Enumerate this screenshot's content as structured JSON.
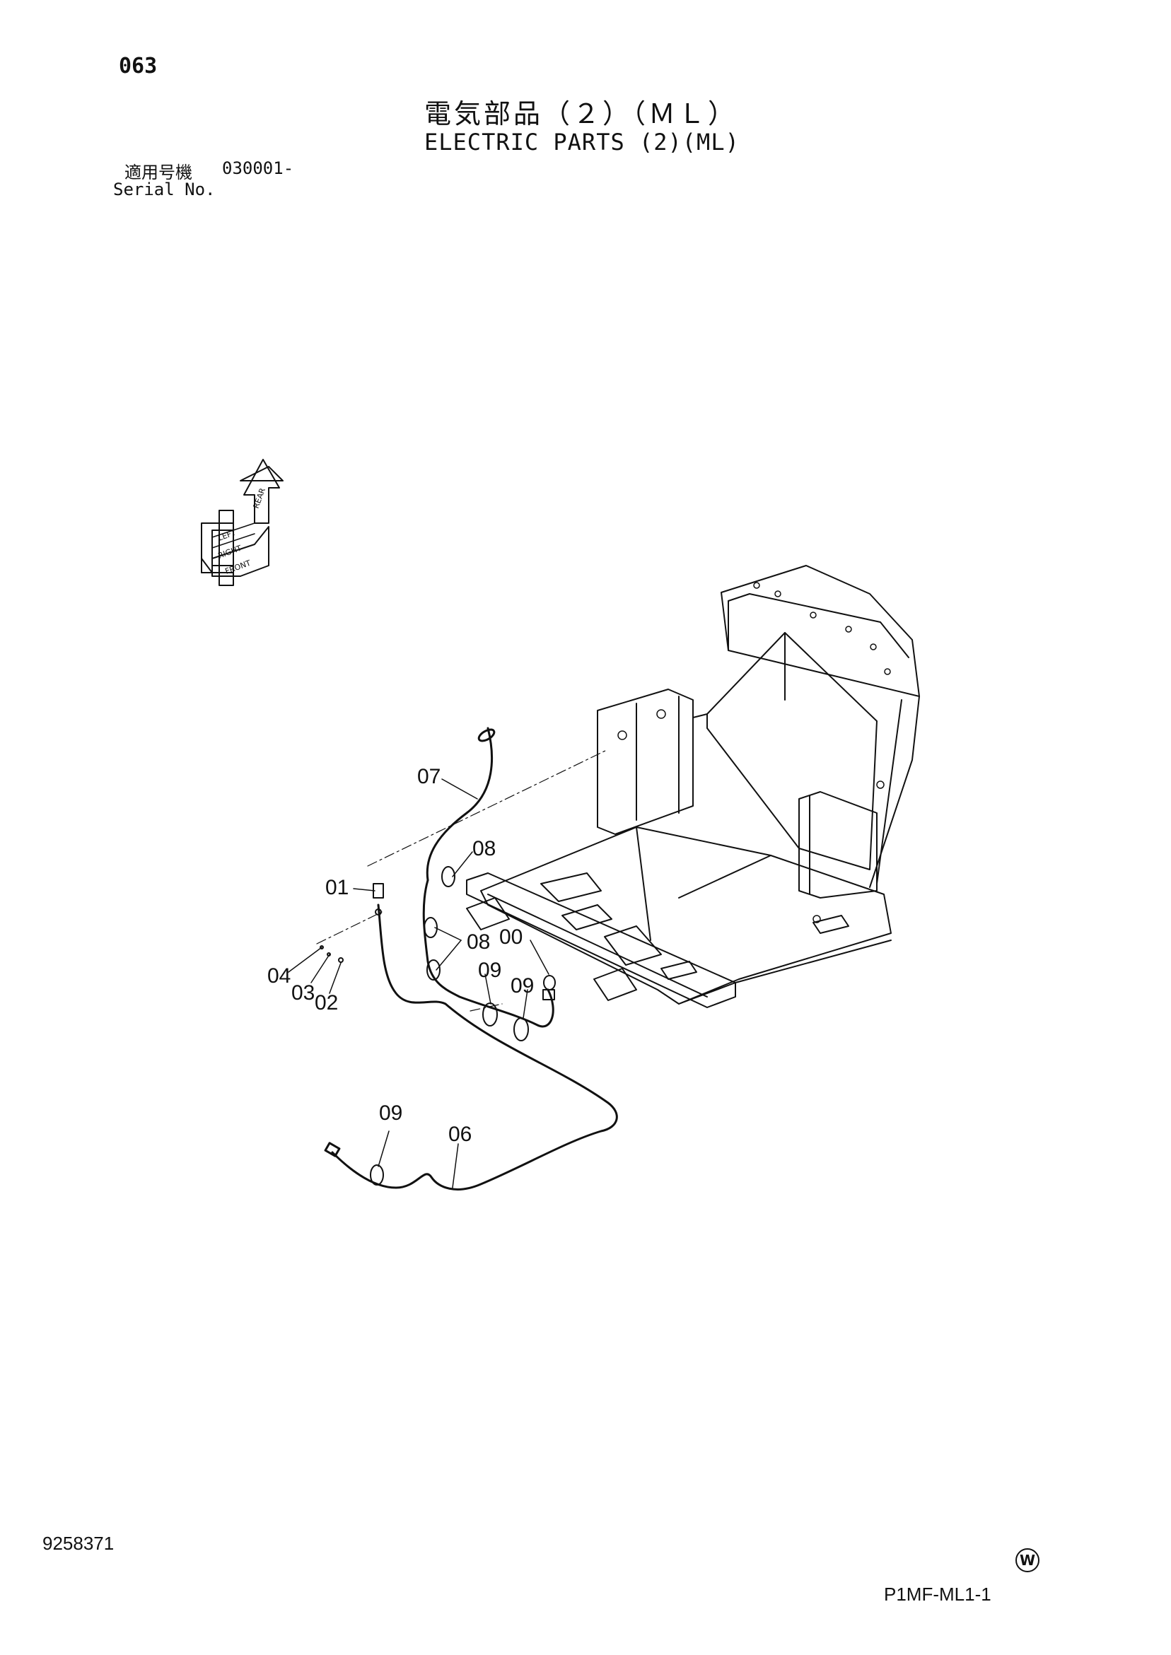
{
  "header": {
    "page_number": "063",
    "title_jp": "電気部品（２）（ＭＬ）",
    "title_en": "ELECTRIC PARTS (2)(ML)",
    "serial_label_jp": "適用号機",
    "serial_value": "030001-",
    "serial_label_en": "Serial No."
  },
  "direction_indicator": {
    "labels": [
      "LEFT",
      "RIGHT",
      "REAR",
      "FRONT"
    ]
  },
  "callouts": [
    {
      "id": "callout-07",
      "text": "07"
    },
    {
      "id": "callout-08-a",
      "text": "08"
    },
    {
      "id": "callout-01",
      "text": "01"
    },
    {
      "id": "callout-08-b",
      "text": "08"
    },
    {
      "id": "callout-00",
      "text": "00"
    },
    {
      "id": "callout-09-a",
      "text": "09"
    },
    {
      "id": "callout-09-b",
      "text": "09"
    },
    {
      "id": "callout-04",
      "text": "04"
    },
    {
      "id": "callout-03",
      "text": "03"
    },
    {
      "id": "callout-02",
      "text": "02"
    },
    {
      "id": "callout-09-c",
      "text": "09"
    },
    {
      "id": "callout-06",
      "text": "06"
    }
  ],
  "footer": {
    "document_number": "9258371",
    "watermark_symbol": "W",
    "figure_code": "P1MF-ML1-1"
  }
}
